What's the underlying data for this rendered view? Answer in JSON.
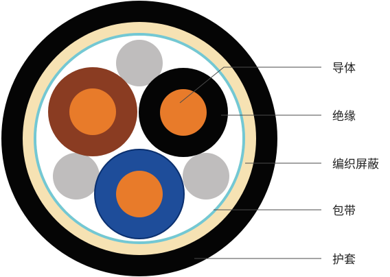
{
  "diagram": {
    "labels": {
      "conductor": "导体",
      "insulation": "绝缘",
      "braid_shield": "编织屏蔽",
      "tape": "包带",
      "sheath": "护套"
    },
    "colors": {
      "sheath": "#050505",
      "tape": "#f6e2b3",
      "braid_shield": "#73c8d4",
      "filler_area": "#ffffff",
      "filler": "#bfbdbd",
      "core_brown_insulation": "#8a3c22",
      "core_black_insulation": "#050505",
      "core_blue_insulation": "#1e4d9a",
      "conductor": "#e87b2a",
      "leader_line": "#4a4a4a"
    }
  }
}
